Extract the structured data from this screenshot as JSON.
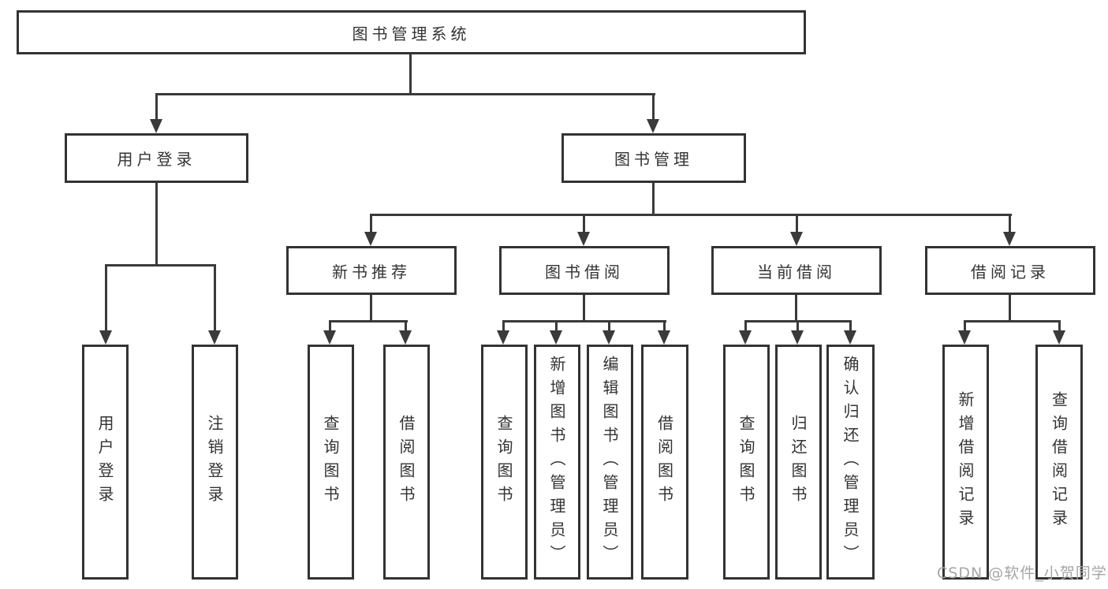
{
  "nodes": {
    "root": "图书管理系统",
    "level2": [
      "用户登录",
      "图书管理"
    ],
    "level3": [
      "新书推荐",
      "图书借阅",
      "当前借阅",
      "借阅记录"
    ],
    "user_login_children": [
      "用户登录",
      "注销登录"
    ],
    "new_book_children": [
      "查询图书",
      "借阅图书"
    ],
    "book_borrow_children": [
      "查询图书",
      "新增图书（管理员）",
      "编辑图书（管理员）",
      "借阅图书"
    ],
    "current_borrow_children": [
      "查询图书",
      "归还图书",
      "确认归还（管理员）"
    ],
    "borrow_record_children": [
      "新增借阅记录",
      "查询借阅记录"
    ]
  },
  "watermark": "CSDN @软件_小贺同学",
  "colors": {
    "line": "#3a3a3a",
    "box_border": "#333333",
    "text": "#333333",
    "watermark": "#a6a6a6",
    "background": "#ffffff"
  }
}
